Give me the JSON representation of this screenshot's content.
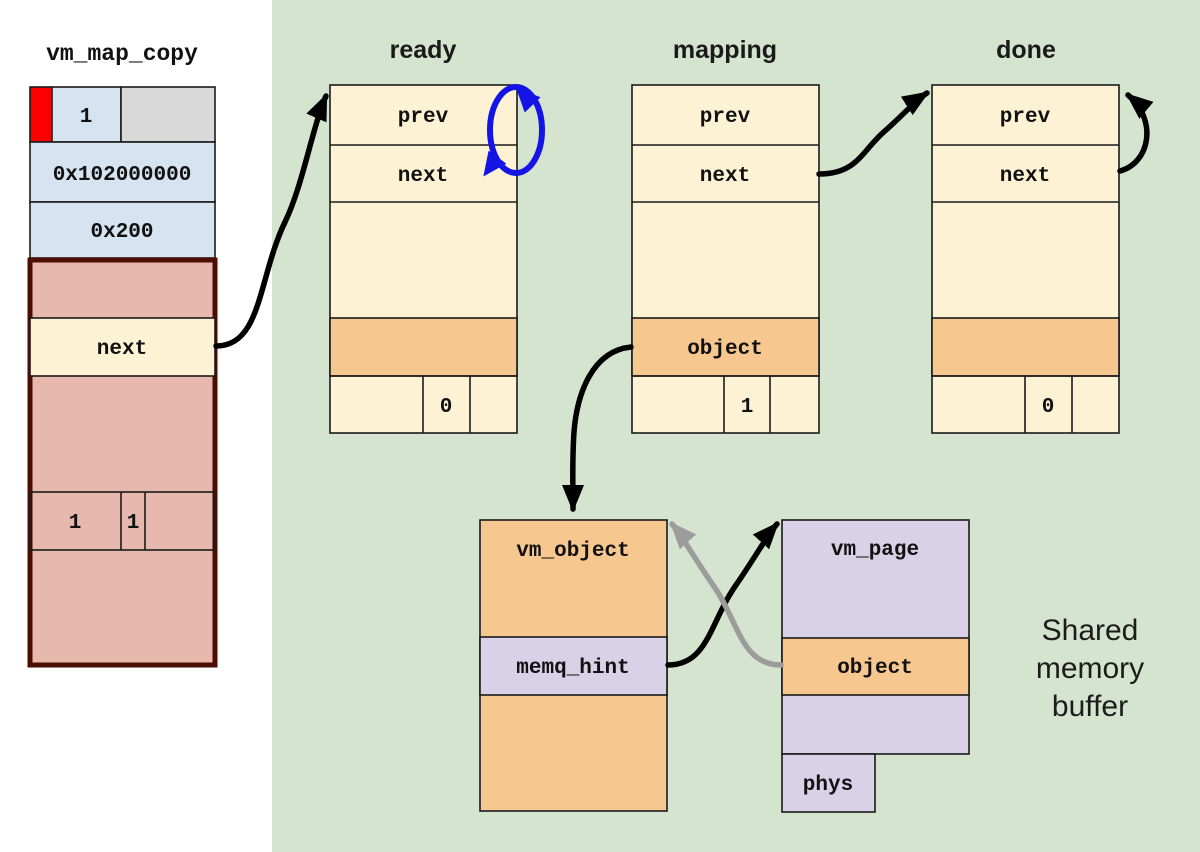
{
  "colors": {
    "panel_green": "#d5e4cf",
    "cream": "#fdf3d4",
    "orange": "#f7c790",
    "purple": "#d8d1e7",
    "light_blue": "#d6e3f1",
    "gray_cell": "#d9d9d9",
    "red_flag": "#fa0000",
    "pink_entry": "#e6b8ae",
    "dark_red_border": "#4c0e03",
    "arrow_black": "#000000",
    "arrow_blue": "#1414e6",
    "arrow_gray": "#9c9c9c"
  },
  "vm_map_copy": {
    "title": "vm_map_copy",
    "row1_value": "1",
    "row2_value": "0x102000000",
    "row3_value": "0x200",
    "entry": {
      "next_label": "next",
      "value_a": "1",
      "value_b": "1"
    }
  },
  "queues": {
    "ready": {
      "title": "ready",
      "prev": "prev",
      "next": "next",
      "count": "0"
    },
    "mapping": {
      "title": "mapping",
      "prev": "prev",
      "next": "next",
      "object_label": "object",
      "count": "1"
    },
    "done": {
      "title": "done",
      "prev": "prev",
      "next": "next",
      "count": "0"
    }
  },
  "vm_object": {
    "title": "vm_object",
    "memq_hint_label": "memq_hint"
  },
  "vm_page": {
    "title": "vm_page",
    "object_label": "object",
    "phys_label": "phys"
  },
  "annotation": {
    "line1": "Shared",
    "line2": "memory",
    "line3": "buffer"
  }
}
